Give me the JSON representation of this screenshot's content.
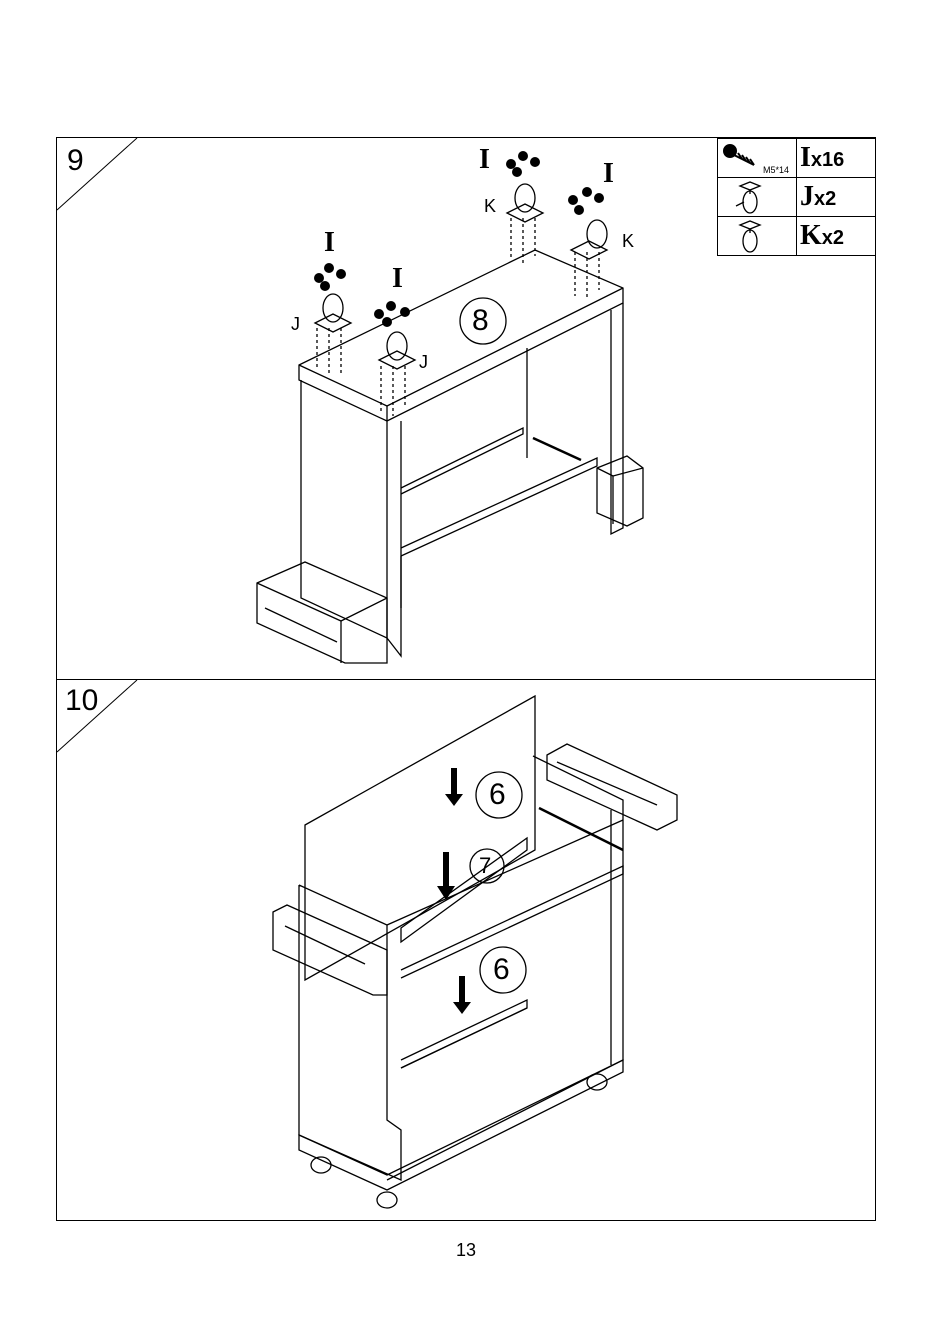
{
  "page_number": "13",
  "steps": {
    "step9": {
      "number": "9",
      "panel_label": "8",
      "screw_label": "I",
      "caster_j": "J",
      "caster_k": "K"
    },
    "step10": {
      "number": "10",
      "panel_back": "6",
      "panel_mid": "7",
      "panel_front": "6"
    }
  },
  "parts_list": [
    {
      "letter": "I",
      "qty": "x16",
      "spec": "M5*14",
      "icon": "screw-icon"
    },
    {
      "letter": "J",
      "qty": "x2",
      "icon": "brake-caster-icon"
    },
    {
      "letter": "K",
      "qty": "x2",
      "icon": "caster-icon"
    }
  ]
}
